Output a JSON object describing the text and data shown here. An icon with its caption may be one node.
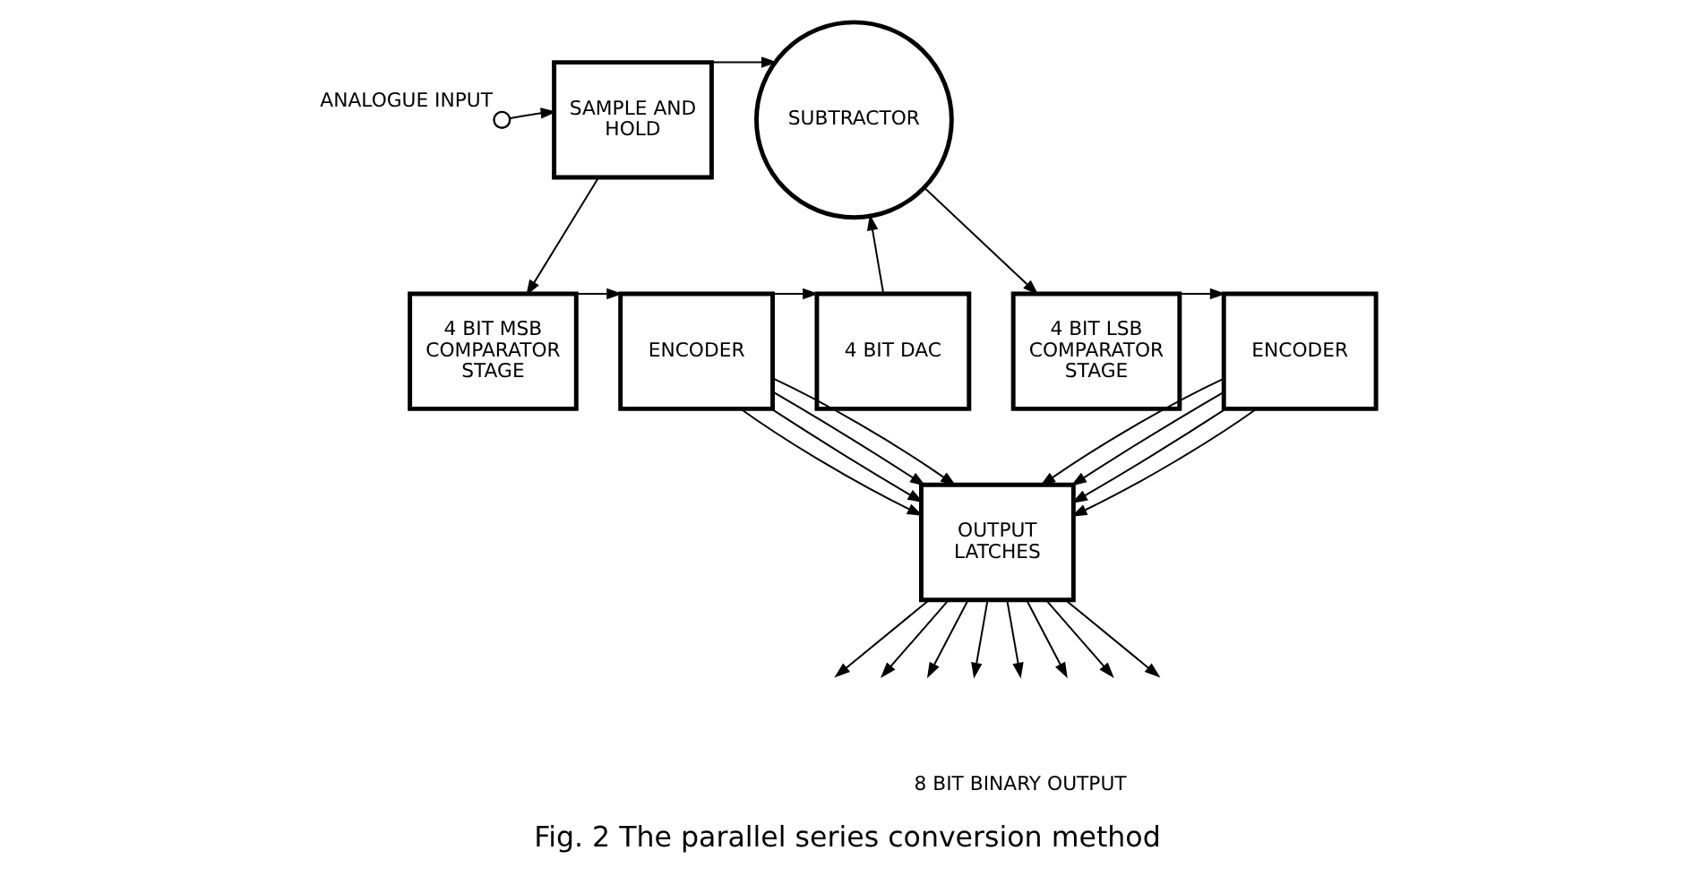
{
  "diagram": {
    "caption": "Fig. 2 The parallel series conversion method",
    "nodes": [
      {
        "text": [],
        "shape": "circle",
        "beside": [
          "ANALOGUE INPUT"
        ]
      },
      {
        "text": [
          "SAMPLE AND HOLD"
        ]
      },
      {
        "text": [
          "SUBTRACTOR"
        ]
      },
      {
        "text": [
          "4 BIT MSB COMPARATOR STAGE"
        ]
      },
      {
        "text": [
          "ENCODER"
        ]
      },
      {
        "text": [
          "4 BIT DAC"
        ]
      },
      {
        "text": [
          "4 BIT LSB COMPARATOR STAGE"
        ]
      },
      {
        "text": [
          "ENCODER"
        ]
      },
      {
        "text": [
          "OUTPUT LATCHES"
        ]
      }
    ],
    "edges": [
      {
        "from": 0,
        "to": 1,
        "arrow": "to"
      },
      {
        "from": 1,
        "to": 3,
        "arrow": "to"
      },
      {
        "from": 1,
        "to": 2,
        "arrow": "to"
      },
      {
        "from": 3,
        "to": 4,
        "arrow": "to"
      },
      {
        "from": 4,
        "to": 5,
        "arrow": "to"
      },
      {
        "from": 5,
        "to": 2,
        "arrow": "to"
      },
      {
        "from": 2,
        "to": 6,
        "arrow": "to"
      },
      {
        "from": 6,
        "to": 7,
        "arrow": "to"
      },
      {
        "from": 4,
        "to": 8,
        "arrow": "to"
      },
      {
        "from": 4,
        "to": 8,
        "arrow": "to"
      },
      {
        "from": 4,
        "to": 8,
        "arrow": "to"
      },
      {
        "from": 4,
        "to": 8,
        "arrow": "to"
      },
      {
        "from": 7,
        "to": 8,
        "arrow": "to"
      },
      {
        "from": 7,
        "to": 8,
        "arrow": "to"
      },
      {
        "from": 7,
        "to": 8,
        "arrow": "to"
      },
      {
        "from": 7,
        "to": 8,
        "arrow": "to"
      },
      {
        "from": 8,
        "to": null,
        "arrow": "to"
      },
      {
        "from": 8,
        "to": null,
        "arrow": "to"
      },
      {
        "from": 8,
        "to": null,
        "arrow": "to"
      },
      {
        "from": 8,
        "to": null,
        "arrow": "to"
      },
      {
        "from": 8,
        "to": null,
        "arrow": "to"
      },
      {
        "from": 8,
        "to": null,
        "arrow": "to"
      },
      {
        "from": 8,
        "to": null,
        "arrow": "to"
      },
      {
        "from": 8,
        "to": null,
        "arrow": "to"
      }
    ],
    "labels": [
      "8 BIT BINARY OUTPUT"
    ]
  }
}
